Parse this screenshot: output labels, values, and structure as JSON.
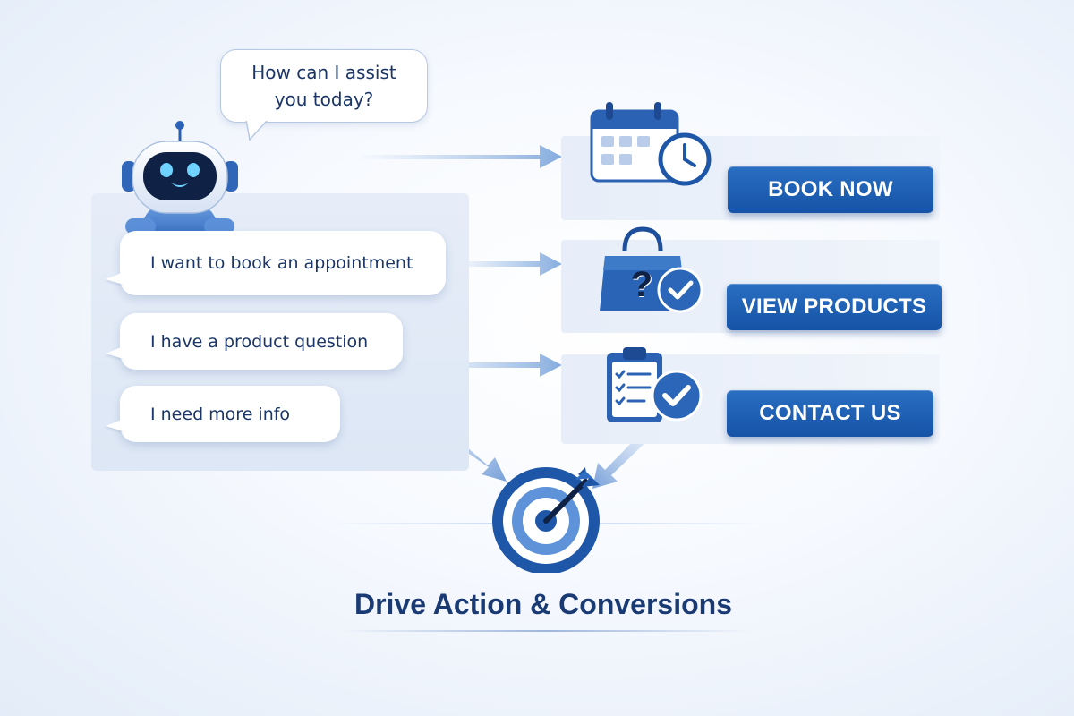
{
  "assistant": {
    "greeting_line1": "How can I assist",
    "greeting_line2": "you today?"
  },
  "user_options": [
    {
      "label": "I want to book an appointment"
    },
    {
      "label": "I have a product question"
    },
    {
      "label": "I need more info"
    }
  ],
  "actions": [
    {
      "label": "BOOK NOW",
      "icon": "calendar-clock-icon"
    },
    {
      "label": "VIEW PRODUCTS",
      "icon": "shopping-bag-question-icon"
    },
    {
      "label": "CONTACT US",
      "icon": "clipboard-check-icon"
    }
  ],
  "goal": {
    "label": "Drive Action & Conversions",
    "icon": "target-arrow-icon"
  },
  "colors": {
    "primary": "#1553a6",
    "accent": "#2a6fc2",
    "text": "#1b3566",
    "panel": "#e3ebf7"
  }
}
